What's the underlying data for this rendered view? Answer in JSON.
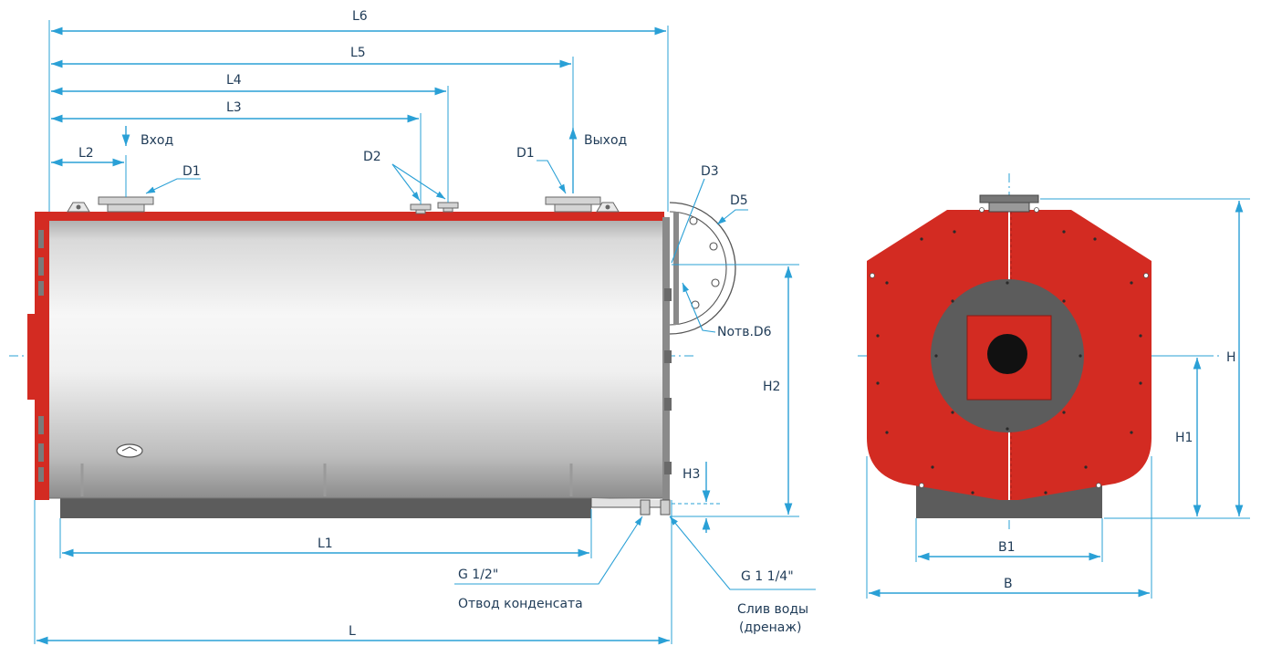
{
  "colors": {
    "shell_red": "#d32b22",
    "base_gray": "#5c5c5c",
    "steel_light": "#f2f2f2",
    "steel_dark": "#9a9a9a",
    "dimension_blue": "#2aa0d6",
    "text": "#1f3b57"
  },
  "side_view": {
    "inlet_label": "Вход",
    "outlet_label": "Выход",
    "dims": {
      "l6": "L6",
      "l5": "L5",
      "l4": "L4",
      "l3": "L3",
      "l2": "L2",
      "l1": "L1",
      "l": "L",
      "h2": "H2",
      "h3": "H3"
    },
    "callouts": {
      "d1_left": "D1",
      "d1_right": "D1",
      "d2": "D2",
      "d3": "D3",
      "d5": "D5",
      "n_holes": "Nотв.D6"
    },
    "condensate_size": "G 1/2\"",
    "condensate_label": "Отвод конденсата",
    "drain_size": "G 1 1/4\"",
    "drain_label_1": "Слив воды",
    "drain_label_2": "(дренаж)"
  },
  "front_view": {
    "dims": {
      "b1": "B1",
      "b": "B",
      "h1": "H1",
      "h": "H"
    }
  }
}
